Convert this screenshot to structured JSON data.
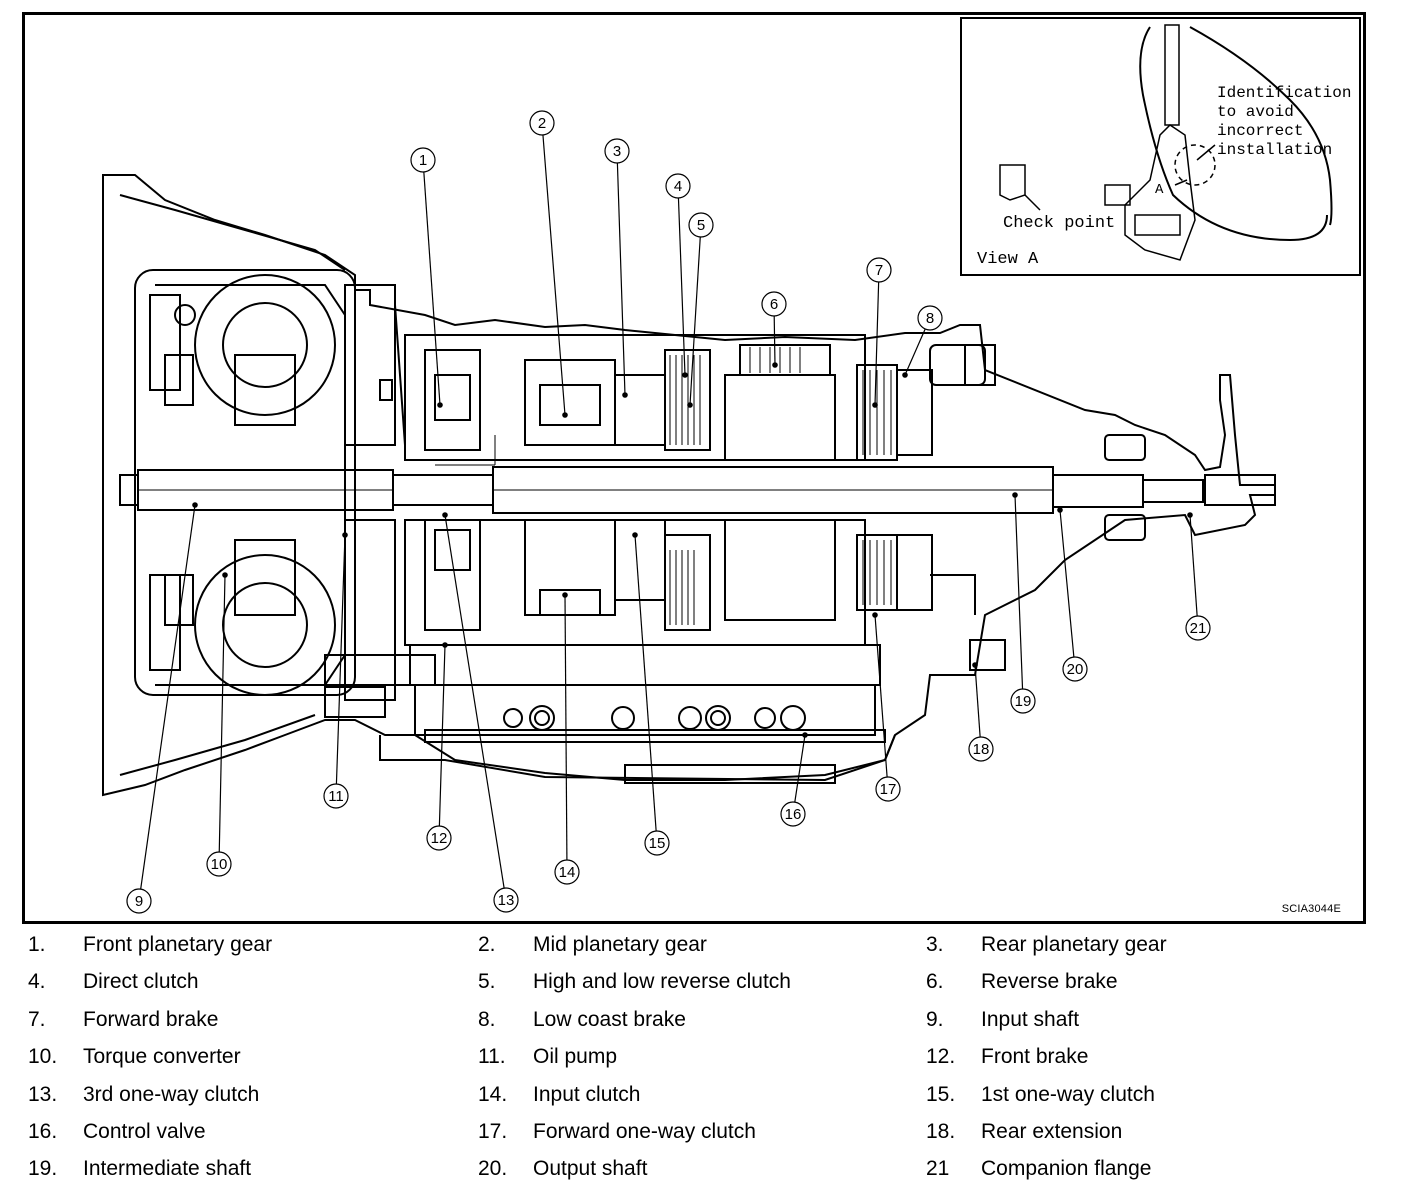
{
  "figure": {
    "code": "SCIA3044E",
    "inset": {
      "view_label": "View A",
      "check_point": "Check point",
      "marker": "A",
      "identification_lines": [
        "Identification",
        "to avoid",
        "incorrect",
        "installation"
      ]
    },
    "callouts": [
      "1",
      "2",
      "3",
      "4",
      "5",
      "6",
      "7",
      "8",
      "9",
      "10",
      "11",
      "12",
      "13",
      "14",
      "15",
      "16",
      "17",
      "18",
      "19",
      "20",
      "21"
    ]
  },
  "legend": [
    {
      "num": "1.",
      "label": "Front planetary gear"
    },
    {
      "num": "2.",
      "label": "Mid planetary gear"
    },
    {
      "num": "3.",
      "label": "Rear planetary gear"
    },
    {
      "num": "4.",
      "label": "Direct clutch"
    },
    {
      "num": "5.",
      "label": "High and low reverse clutch"
    },
    {
      "num": "6.",
      "label": "Reverse brake"
    },
    {
      "num": "7.",
      "label": "Forward brake"
    },
    {
      "num": "8.",
      "label": "Low coast brake"
    },
    {
      "num": "9.",
      "label": "Input shaft"
    },
    {
      "num": "10.",
      "label": "Torque converter"
    },
    {
      "num": "11.",
      "label": "Oil pump"
    },
    {
      "num": "12.",
      "label": "Front brake"
    },
    {
      "num": "13.",
      "label": "3rd one-way clutch"
    },
    {
      "num": "14.",
      "label": "Input clutch"
    },
    {
      "num": "15.",
      "label": "1st one-way clutch"
    },
    {
      "num": "16.",
      "label": "Control valve"
    },
    {
      "num": "17.",
      "label": "Forward one-way clutch"
    },
    {
      "num": "18.",
      "label": "Rear extension"
    },
    {
      "num": "19.",
      "label": "Intermediate shaft"
    },
    {
      "num": "20.",
      "label": "Output shaft"
    },
    {
      "num": "21",
      "label": "Companion flange"
    }
  ]
}
